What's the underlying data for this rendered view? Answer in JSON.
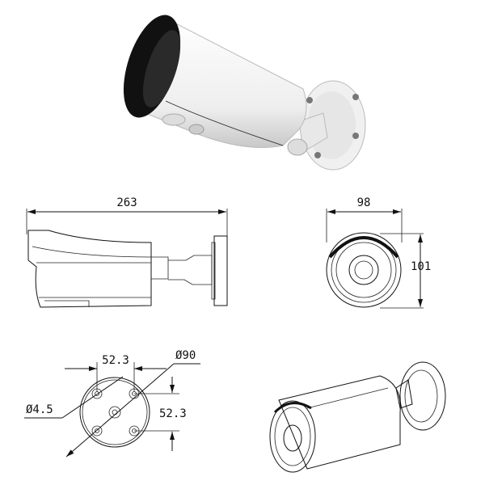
{
  "dimensions": {
    "side_length": "263",
    "front_width": "98",
    "front_height": "101",
    "hole_spacing_horizontal": "52.3",
    "mount_diameter": "Ø90",
    "hole_diameter": "Ø4.5",
    "hole_spacing_vertical": "52.3"
  },
  "colors": {
    "line": "#111111",
    "camera_body": "#f2f2f2",
    "lens_hood": "#111111"
  }
}
